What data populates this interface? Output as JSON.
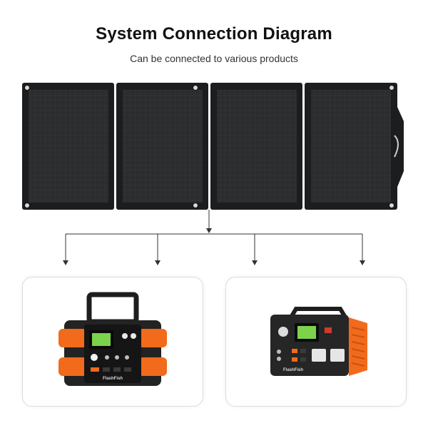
{
  "header": {
    "title": "System Connection Diagram",
    "subtitle": "Can be connected to various products"
  },
  "products": [
    {
      "brand": "FlashFish"
    },
    {
      "brand": "FlashFish"
    }
  ],
  "colors": {
    "accent": "#f26a1b",
    "panel": "#2a2b2d",
    "panel_frame": "#1c1d1f",
    "screen": "#7cd24b",
    "connector_line": "#333333",
    "card_border": "#dcdcdc"
  }
}
